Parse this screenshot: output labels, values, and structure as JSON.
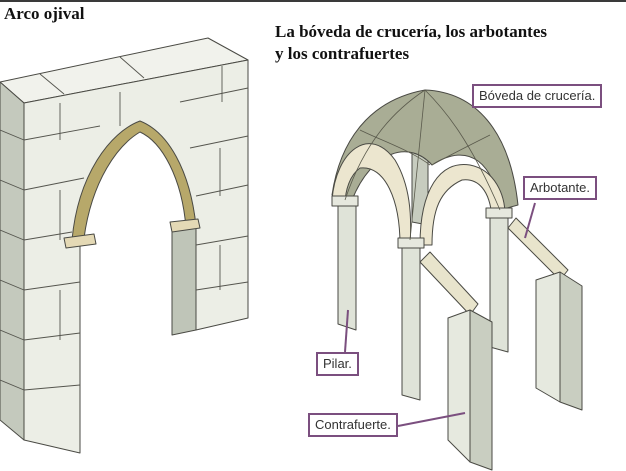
{
  "titles": {
    "left": "Arco ojival",
    "right_line1": "La bóveda de crucería, los arbotantes",
    "right_line2": "y los contrafuertes"
  },
  "labels": {
    "boveda": "Bóveda de crucería.",
    "arbotante": "Arbotante.",
    "pilar": "Pilar.",
    "contrafuerte": "Contrafuerte."
  },
  "colors": {
    "label_border": "#7b4f7f",
    "stone_light": "#eceee6",
    "stone_shadow": "#b9bfb2",
    "arch_ochre": "#b7a86a",
    "vault_tile": "#a9ad95"
  }
}
